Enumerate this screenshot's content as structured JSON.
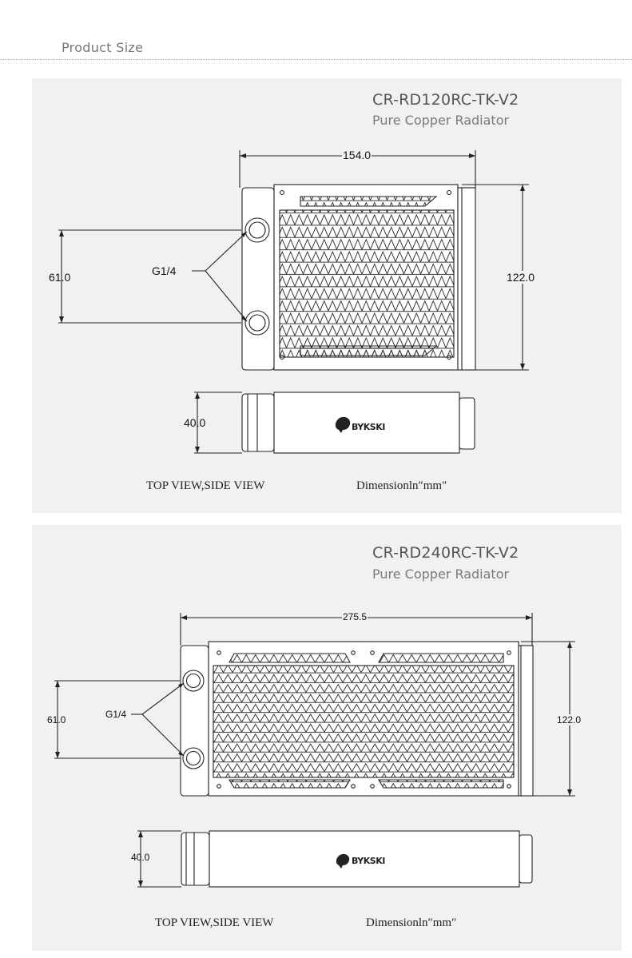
{
  "page": {
    "title": "Product Size"
  },
  "colors": {
    "panel_bg": "#f1f1f1",
    "line": "#222222",
    "text_dark": "#555555"
  },
  "panels": [
    {
      "model": "CR-RD120RC-TK-V2",
      "subtitle": "Pure Copper Radiator",
      "dimensions": {
        "length": "154.0",
        "height": "122.0",
        "port_spacing": "61.0",
        "thickness": "40.0"
      },
      "port_label": "G1/4",
      "brand_logo": "BYKSKI",
      "captions": {
        "views": "TOP VIEW,SIDE VIEW",
        "units": "Dimensionln″mm″"
      }
    },
    {
      "model": "CR-RD240RC-TK-V2",
      "subtitle": "Pure Copper Radiator",
      "dimensions": {
        "length": "275.5",
        "height": "122.0",
        "port_spacing": "61.0",
        "thickness": "40.0"
      },
      "port_label": "G1/4",
      "brand_logo": "BYKSKI",
      "captions": {
        "views": "TOP VIEW,SIDE VIEW",
        "units": "Dimensionln″mm″"
      }
    }
  ]
}
